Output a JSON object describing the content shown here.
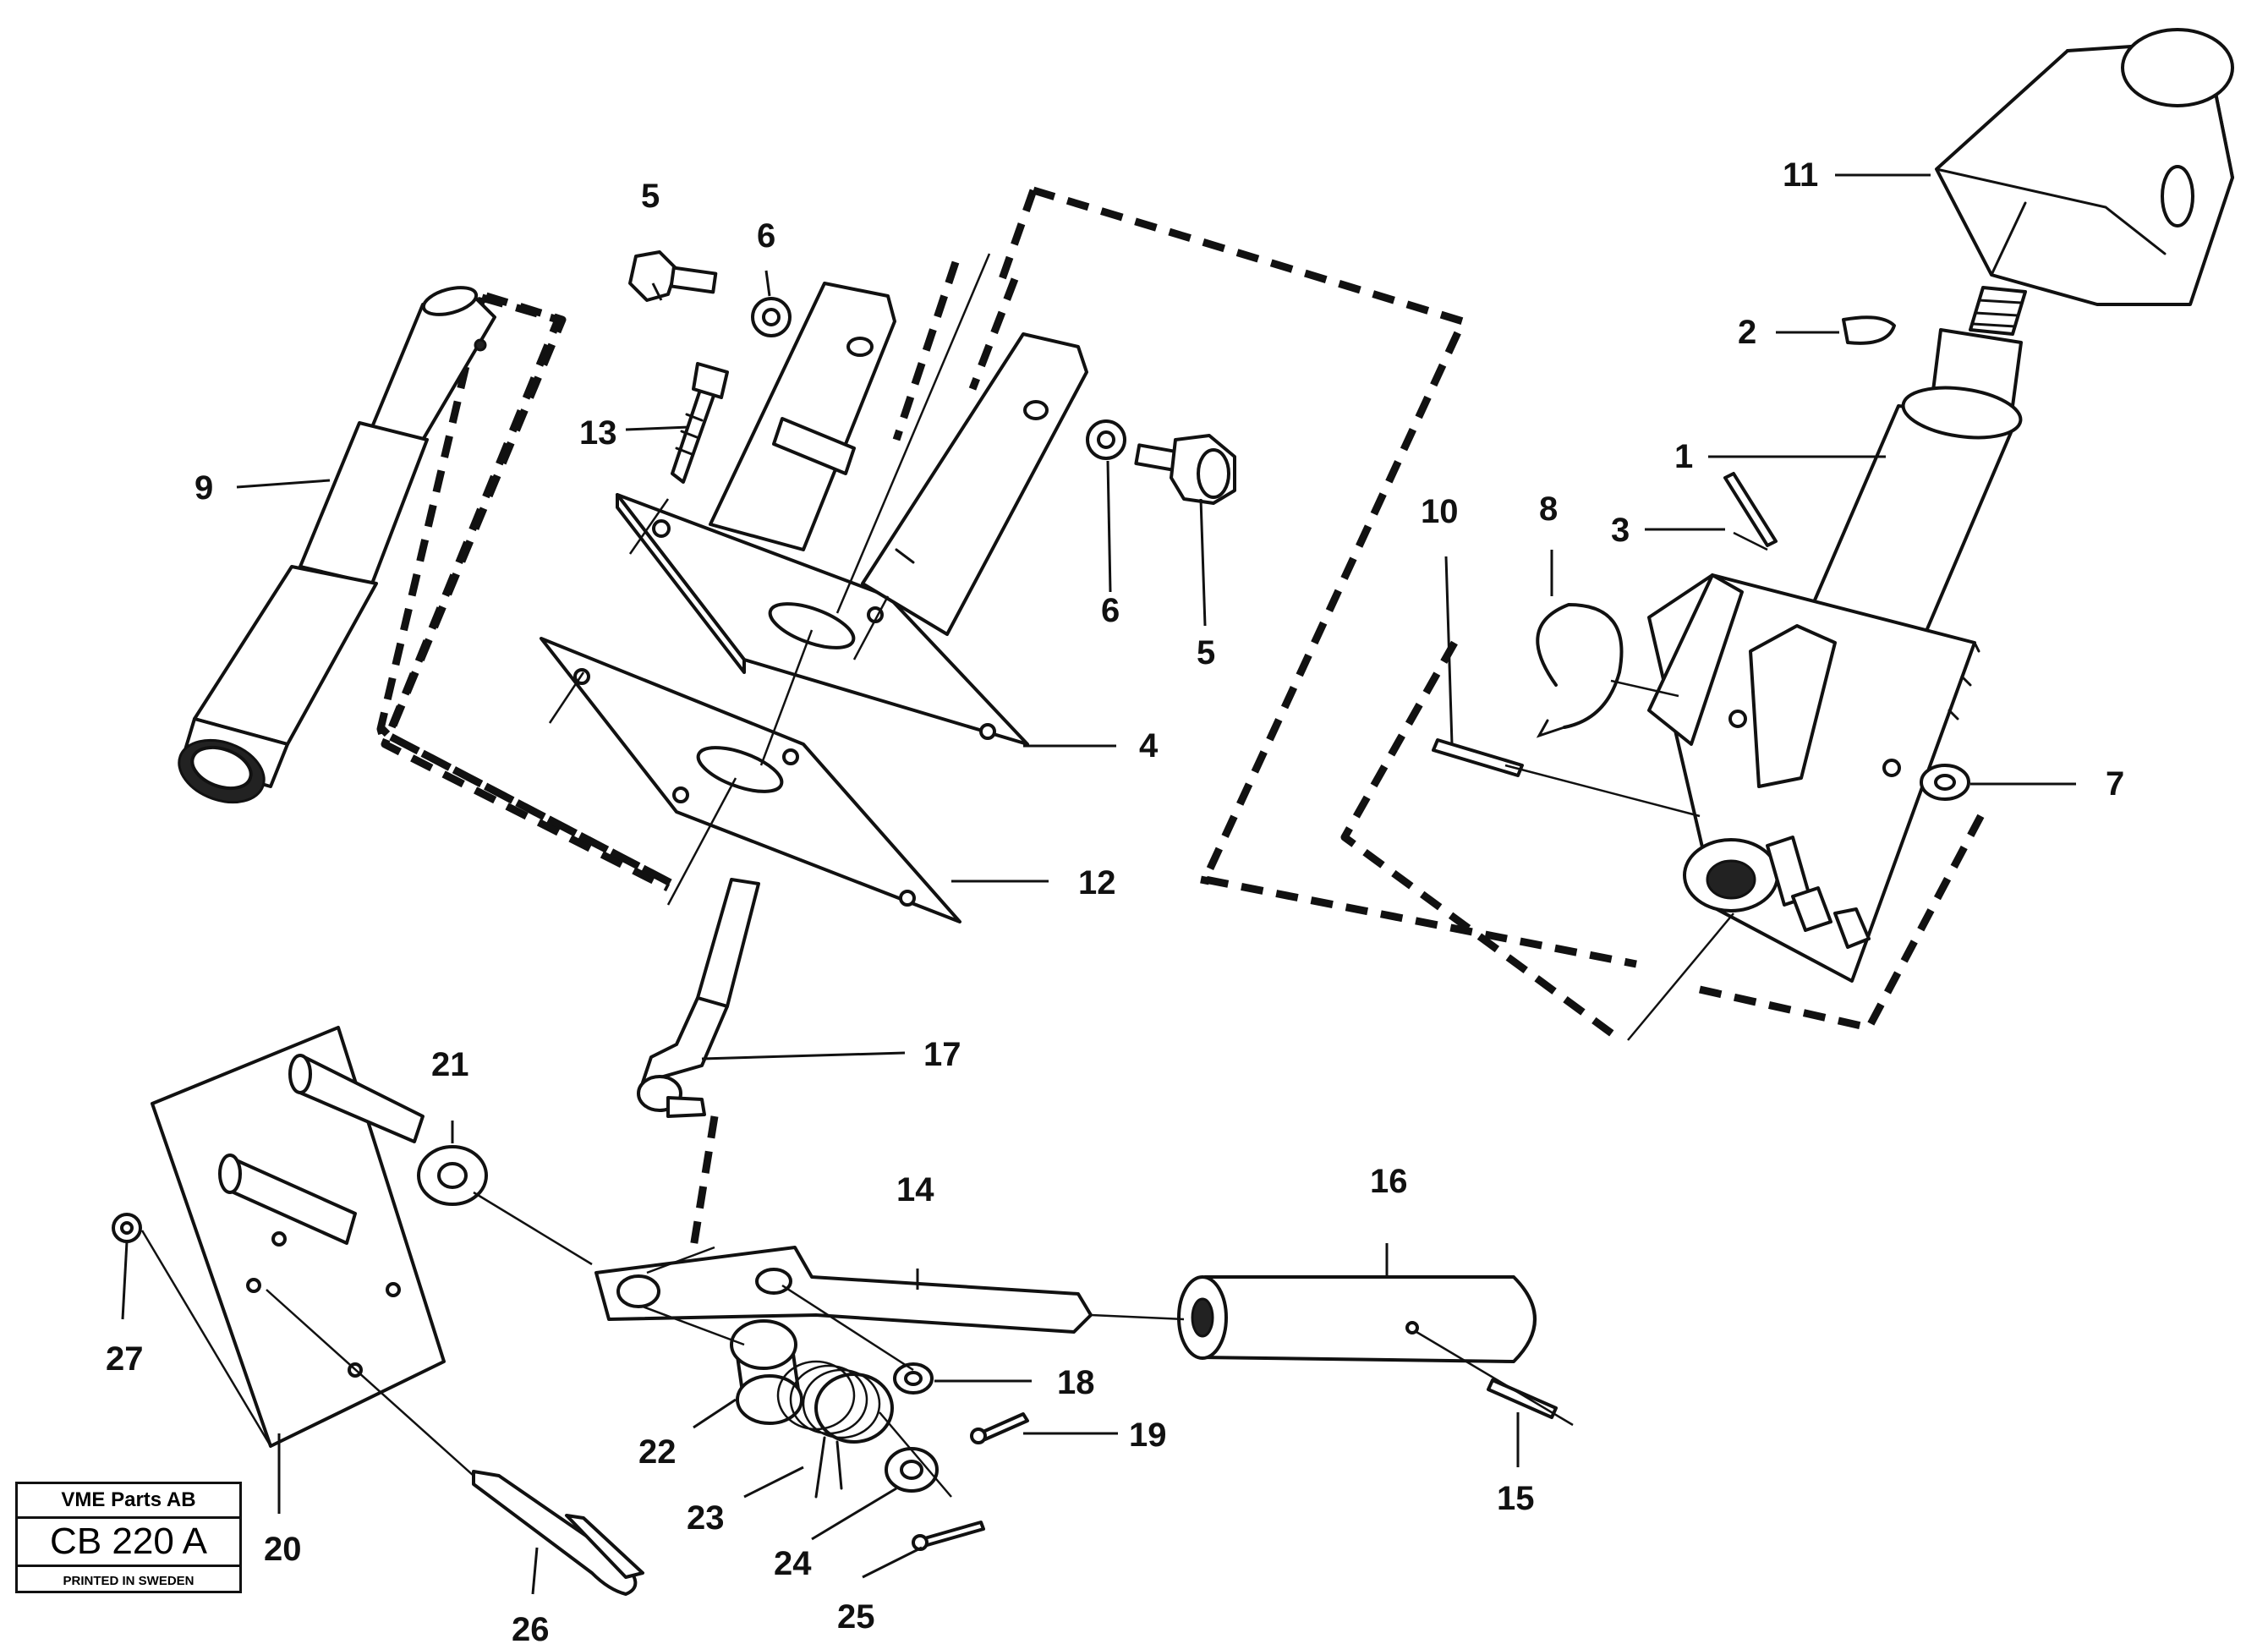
{
  "callouts": [
    {
      "id": "1",
      "text": "1"
    },
    {
      "id": "2",
      "text": "2"
    },
    {
      "id": "3",
      "text": "3"
    },
    {
      "id": "4",
      "text": "4"
    },
    {
      "id": "5a",
      "text": "5"
    },
    {
      "id": "5b",
      "text": "5"
    },
    {
      "id": "6a",
      "text": "6"
    },
    {
      "id": "6b",
      "text": "6"
    },
    {
      "id": "7",
      "text": "7"
    },
    {
      "id": "8",
      "text": "8"
    },
    {
      "id": "9",
      "text": "9"
    },
    {
      "id": "10",
      "text": "10"
    },
    {
      "id": "11",
      "text": "11"
    },
    {
      "id": "12",
      "text": "12"
    },
    {
      "id": "13",
      "text": "13"
    },
    {
      "id": "14",
      "text": "14"
    },
    {
      "id": "15",
      "text": "15"
    },
    {
      "id": "16",
      "text": "16"
    },
    {
      "id": "17",
      "text": "17"
    },
    {
      "id": "18",
      "text": "18"
    },
    {
      "id": "19",
      "text": "19"
    },
    {
      "id": "20",
      "text": "20"
    },
    {
      "id": "21",
      "text": "21"
    },
    {
      "id": "22",
      "text": "22"
    },
    {
      "id": "23",
      "text": "23"
    },
    {
      "id": "24",
      "text": "24"
    },
    {
      "id": "25",
      "text": "25"
    },
    {
      "id": "26",
      "text": "26"
    },
    {
      "id": "27",
      "text": "27"
    }
  ],
  "title_block": {
    "company": "VME Parts AB",
    "code": "CB 220 A",
    "printed": "PRINTED IN SWEDEN"
  }
}
